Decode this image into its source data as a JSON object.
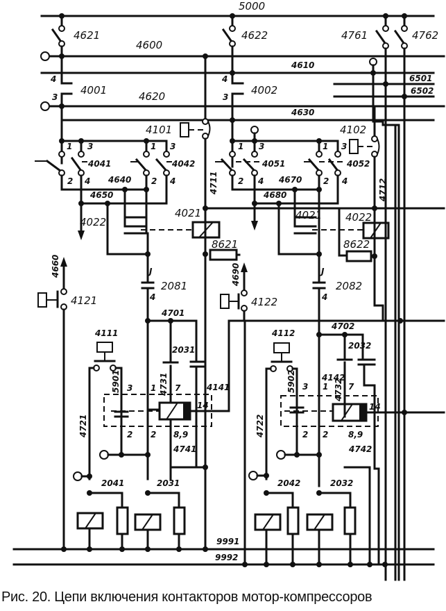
{
  "caption": "Рис. 20. Цепи включения контакторов мотор-компрессоров",
  "wires": {
    "w5000": "5000",
    "w4600": "4600",
    "w4610": "4610",
    "w4620": "4620",
    "w4630": "4630",
    "w6501": "6501",
    "w6502": "6502",
    "w4640": "4640",
    "w4650": "4650",
    "w4670": "4670",
    "w4680": "4680",
    "w4711": "4711",
    "w4712": "4712",
    "w4660": "4660",
    "w4690": "4690",
    "w4701": "4701",
    "w4702": "4702",
    "w4721": "4721",
    "w4722": "4722",
    "w4731": "4731",
    "w4732": "4732",
    "w4741": "4741",
    "w4742": "4742",
    "w4141": "4141",
    "w4142": "4142",
    "w5901": "5901",
    "w5902": "5902",
    "w9991": "9991",
    "w9992": "9992"
  },
  "devices": {
    "d4621": "4621",
    "d4622": "4622",
    "d4761": "4761",
    "d4762": "4762",
    "d4001": "4001",
    "d4002": "4002",
    "d4101": "4101",
    "d4102": "4102",
    "d4041": "4041",
    "d4042": "4042",
    "d4051": "4051",
    "d4052": "4052",
    "d4021a": "4021",
    "d4022a": "4022",
    "d4021b": "4021",
    "d4022b": "4022",
    "d8621": "8621",
    "d8622": "8622",
    "d2081": "2081",
    "d2082": "2082",
    "d4121": "4121",
    "d4122": "4122",
    "d4111": "4111",
    "d4112": "4112",
    "d2031a": "2031",
    "d2032a": "2032",
    "d2041": "2041",
    "d2031b": "2031",
    "d2042": "2042",
    "d2032b": "2032"
  },
  "pins": {
    "p1": "1",
    "p2": "2",
    "p3": "3",
    "p4": "4",
    "p7": "7",
    "p89": "8,9",
    "p14": "14",
    "pJ": "J"
  }
}
